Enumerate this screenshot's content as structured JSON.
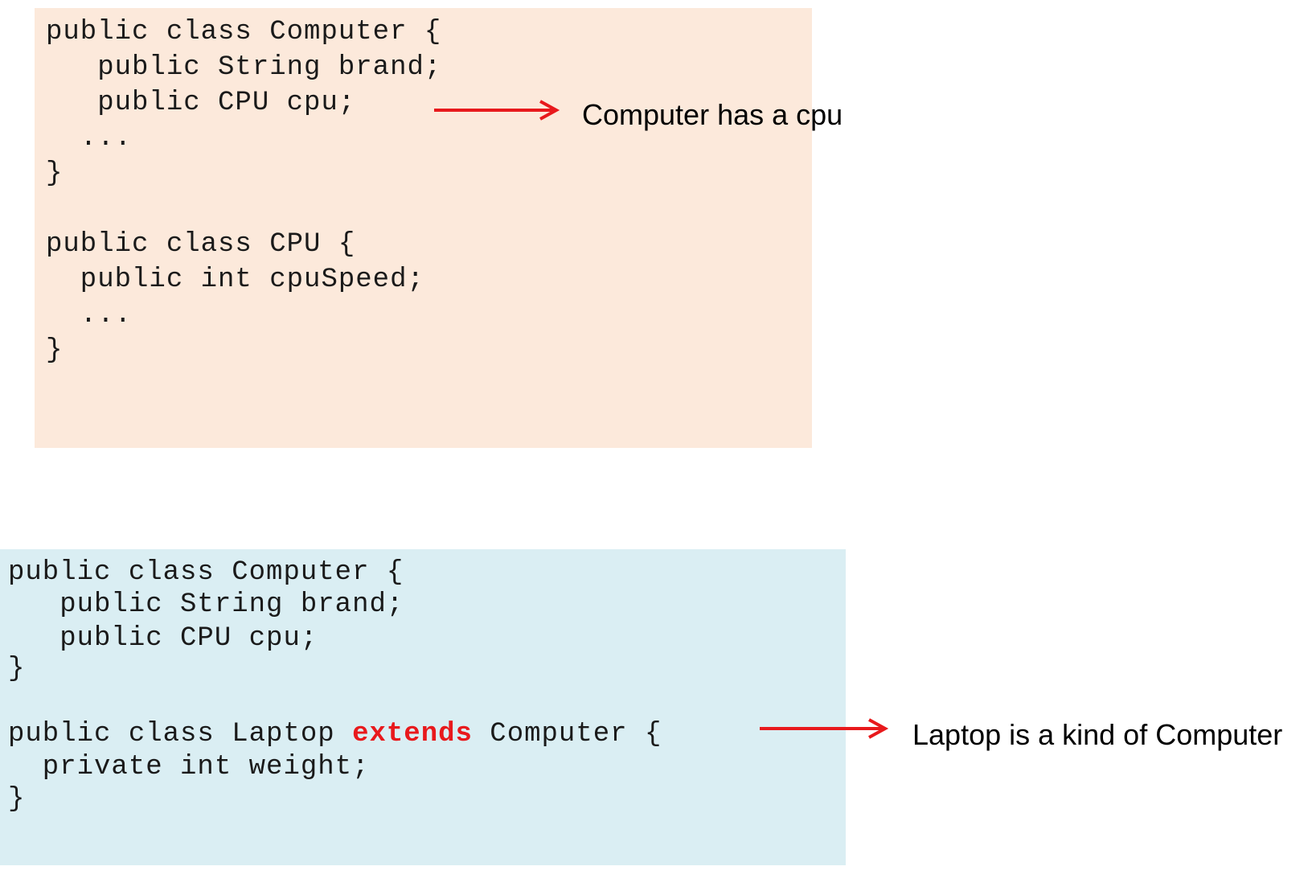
{
  "colors": {
    "panel_top": "#fce9db",
    "panel_bottom": "#daeef3",
    "arrow": "#e8191c",
    "keyword_highlight": "#e8191c",
    "code_text": "#1a1a1a"
  },
  "composition": {
    "lines": [
      "public class Computer {",
      "   public String brand;",
      "   public CPU cpu;",
      "  ...",
      "}",
      "public class CPU {",
      "  public int cpuSpeed;",
      "  ...",
      "}"
    ],
    "annotation": "Computer has a cpu"
  },
  "inheritance": {
    "lines": [
      "public class Computer {",
      "   public String brand;",
      "   public CPU cpu;",
      "}"
    ],
    "laptop_prefix": "public class Laptop ",
    "laptop_keyword": "extends",
    "laptop_suffix": " Computer {",
    "lines_after": [
      "  private int weight;",
      "}"
    ],
    "annotation": "Laptop is a kind of Computer"
  }
}
